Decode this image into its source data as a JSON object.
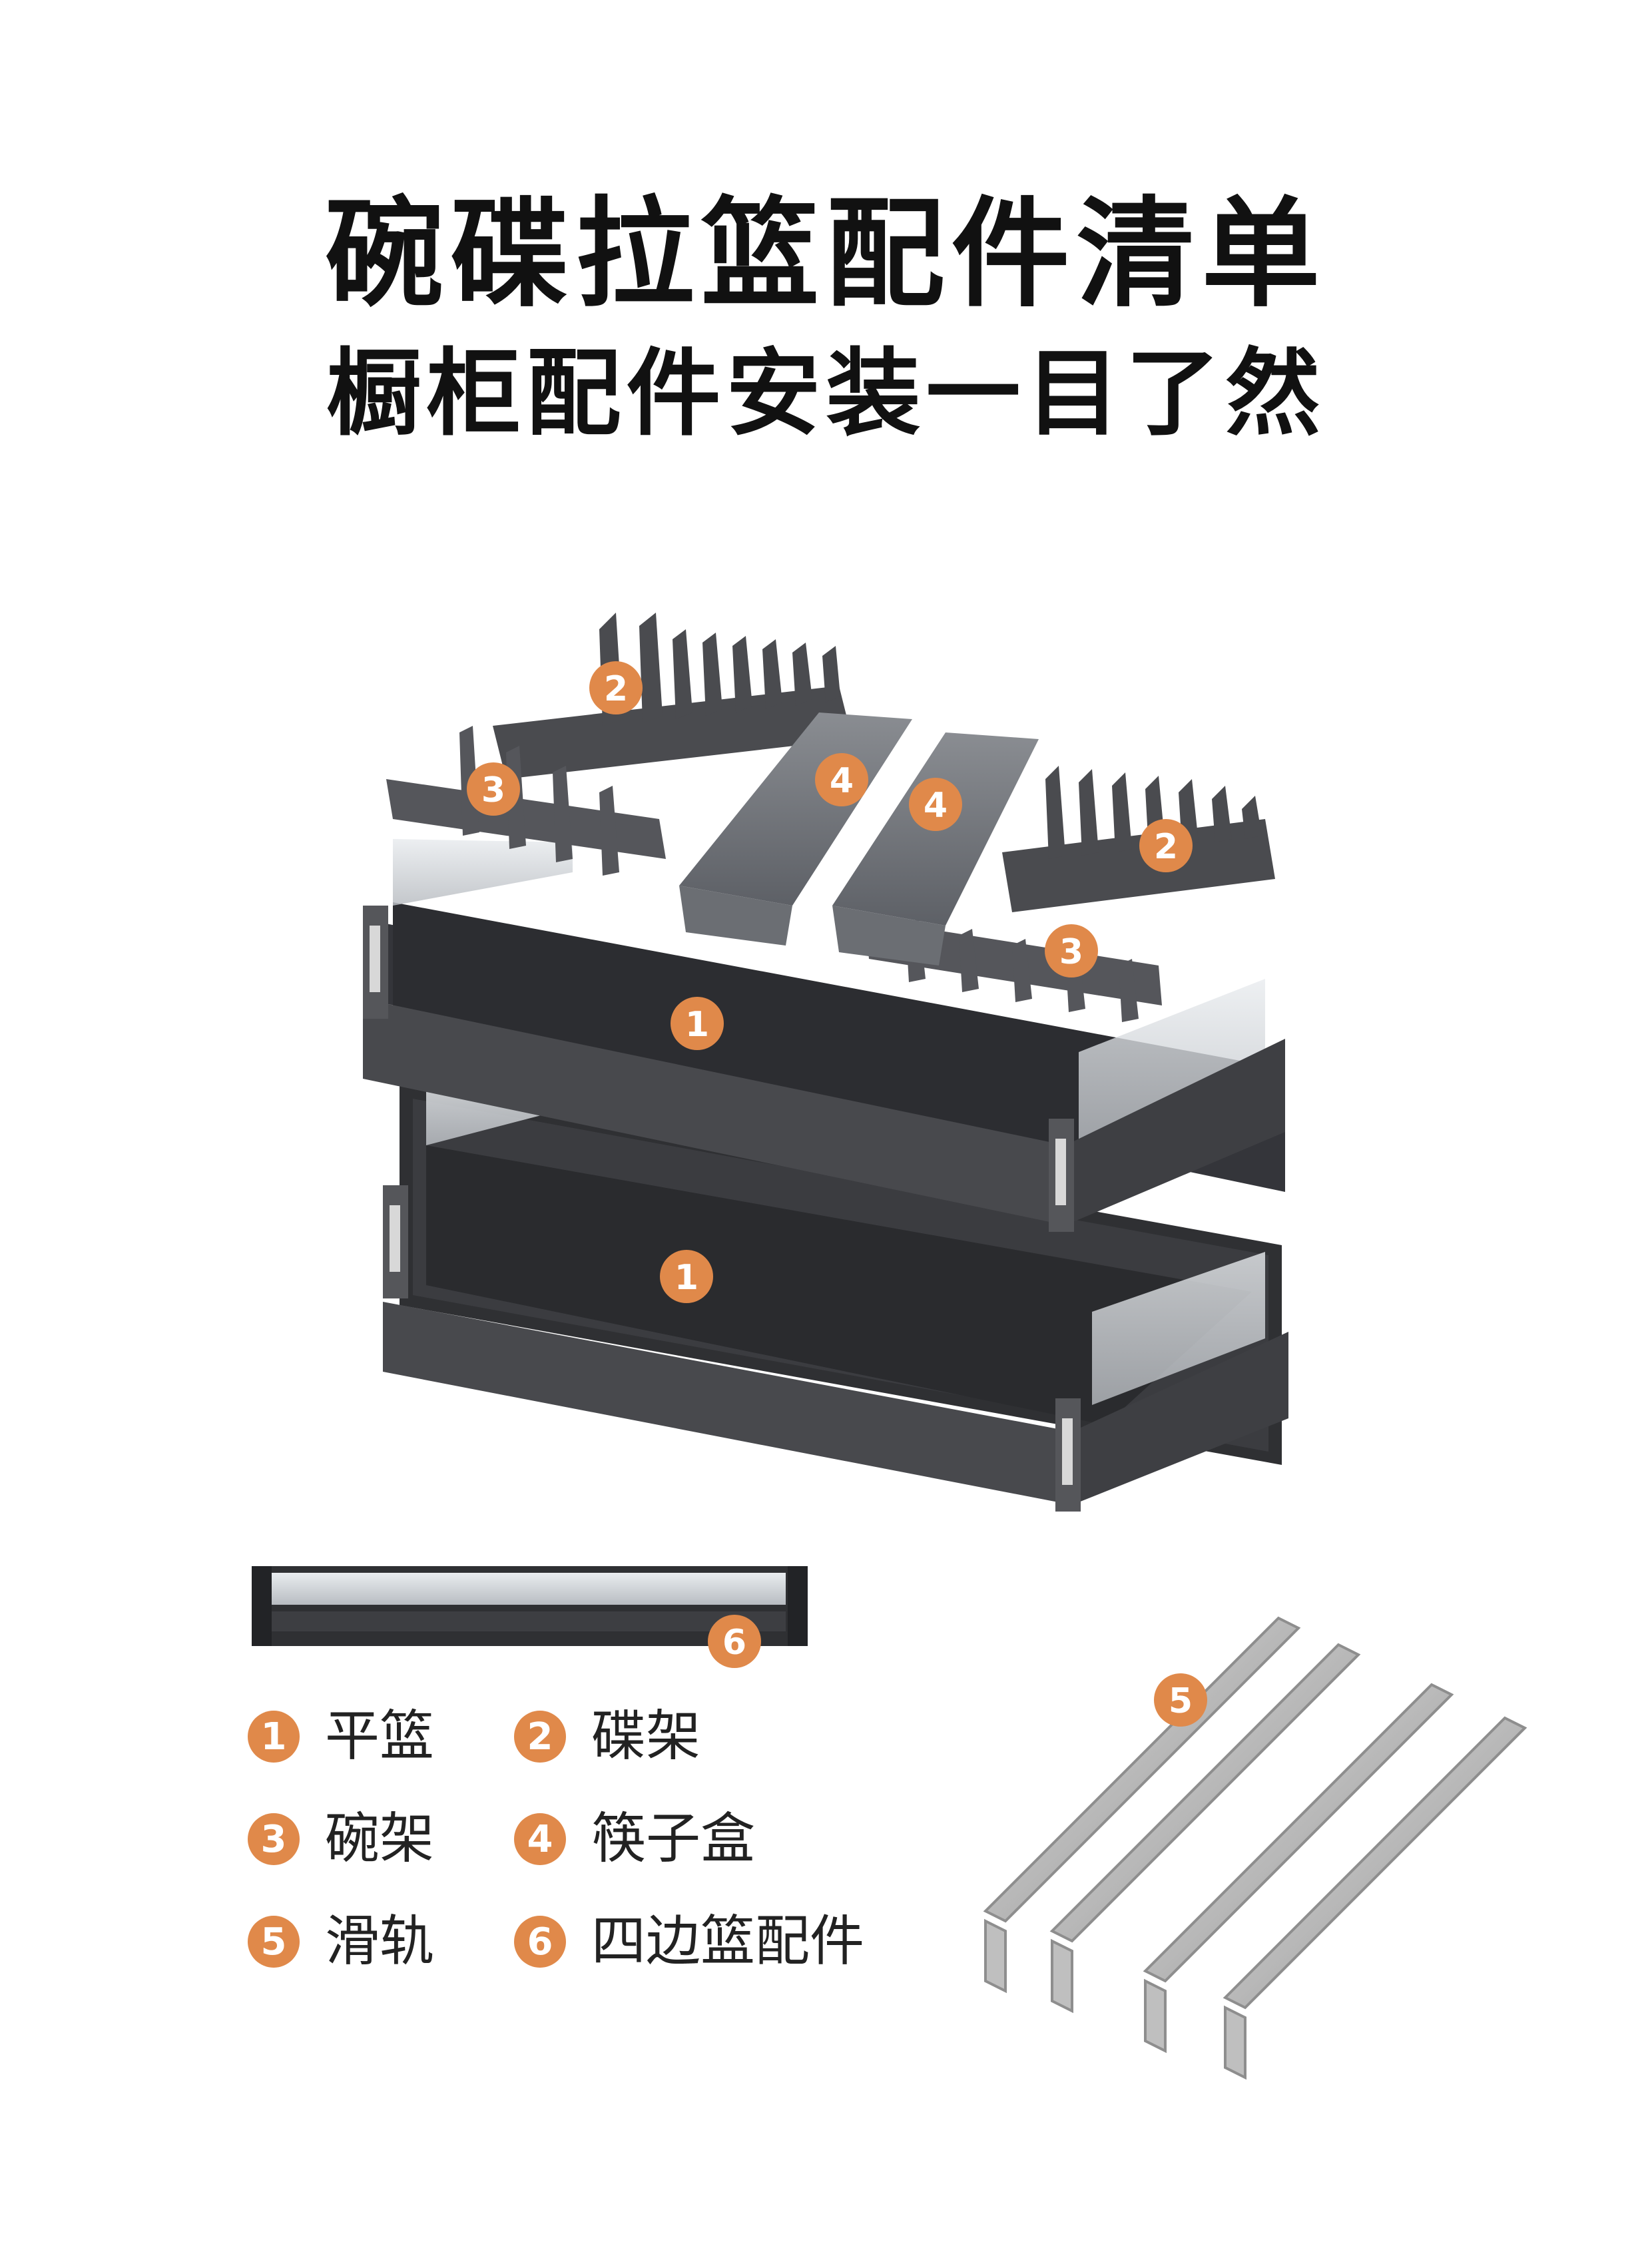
{
  "title": "碗碟拉篮配件清单",
  "subtitle": "橱柜配件安装一目了然",
  "accent_color": "#e0894a",
  "legend": [
    {
      "num": "1",
      "label": "平篮"
    },
    {
      "num": "2",
      "label": "碟架"
    },
    {
      "num": "3",
      "label": "碗架"
    },
    {
      "num": "4",
      "label": "筷子盒"
    },
    {
      "num": "5",
      "label": "滑轨"
    },
    {
      "num": "6",
      "label": "四边篮配件"
    }
  ],
  "callouts": {
    "c1a": "1",
    "c1b": "1",
    "c2a": "2",
    "c2b": "2",
    "c3a": "3",
    "c3b": "3",
    "c4a": "4",
    "c4b": "4",
    "c5": "5",
    "c6": "6"
  },
  "parts": [
    "flat-basket-icon",
    "dish-rack-icon",
    "bowl-rack-icon",
    "chopstick-box-icon",
    "slide-rail-icon",
    "basket-frame-icon"
  ]
}
